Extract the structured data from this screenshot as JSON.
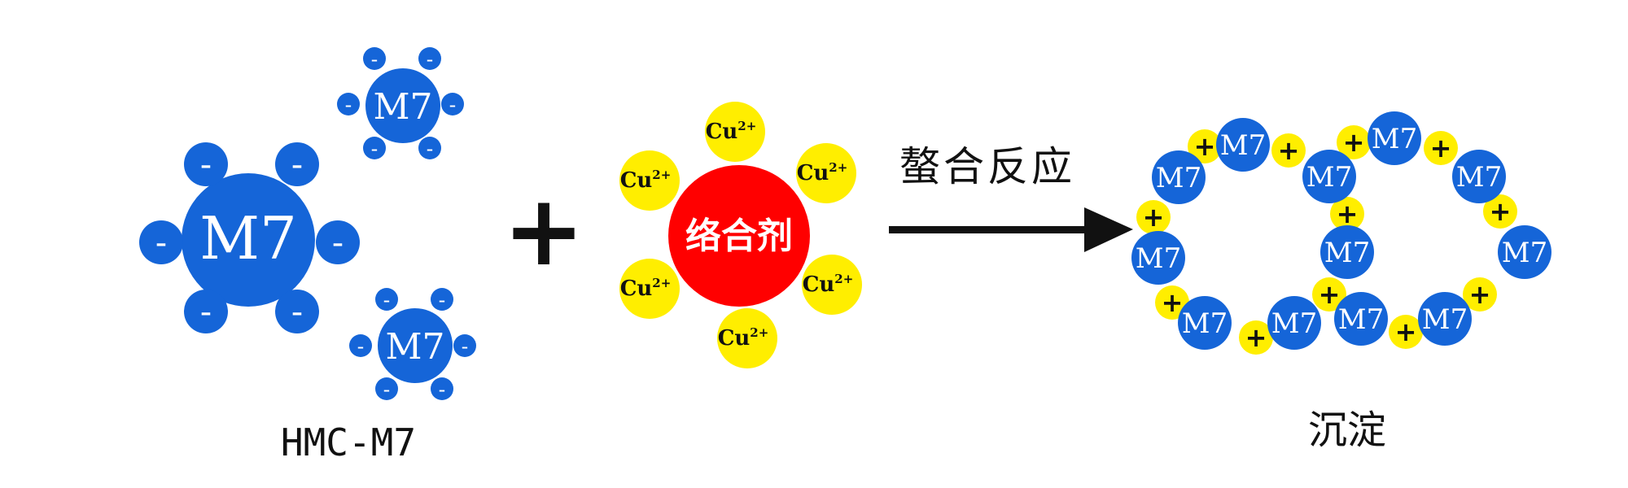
{
  "diagram": {
    "molecule_label": "M7",
    "complexing_agent_label": "络合剂",
    "ion_label": "Cu",
    "ion_charge": "2+",
    "negative_sign": "-",
    "positive_sign": "+",
    "plus_operator": "+",
    "arrow_label": "螯合反应",
    "reactant_caption": "HMC-M7",
    "product_caption": "沉淀"
  },
  "colors": {
    "molecule_blue": "#1565d8",
    "agent_red": "#ff0000",
    "ion_yellow": "#ffee00",
    "text_dark": "#111111",
    "white": "#ffffff"
  }
}
